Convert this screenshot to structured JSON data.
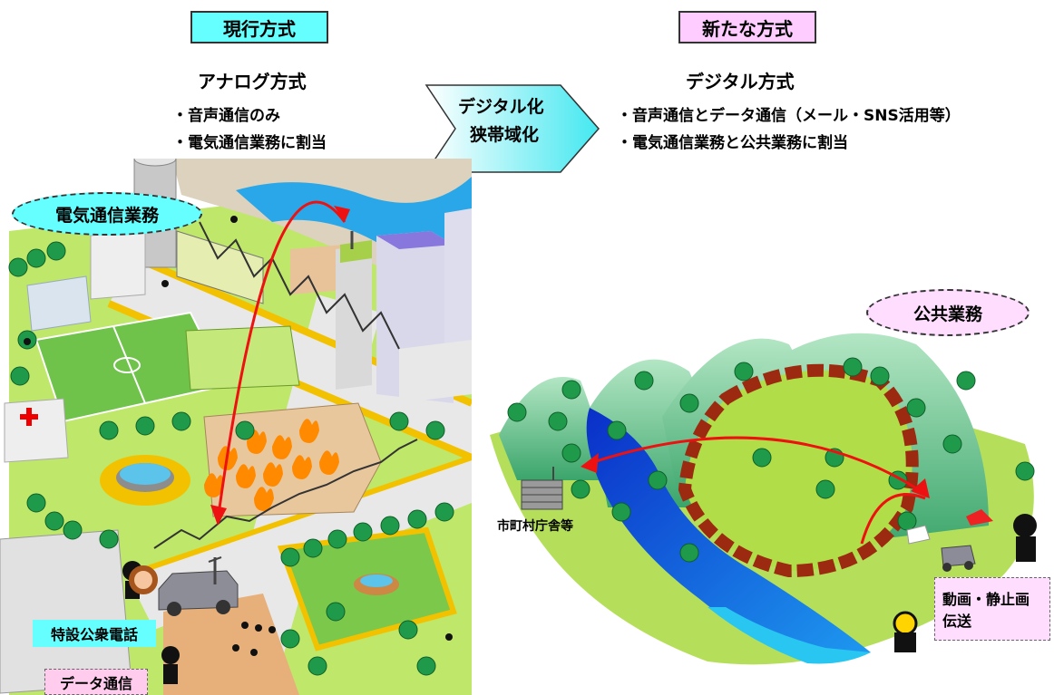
{
  "left": {
    "header": "現行方式",
    "method": "アナログ方式",
    "bullets": [
      "・音声通信のみ",
      "・電気通信業務に割当"
    ],
    "oval_label": "電気通信業務",
    "tag_phone": "特設公衆電話",
    "tag_data": "データ通信"
  },
  "arrow": {
    "line1": "デジタル化",
    "line2": "狭帯域化"
  },
  "right": {
    "header": "新たな方式",
    "method": "デジタル方式",
    "bullets": [
      "・音声通信とデータ通信（メール・SNS活用等）",
      "・電気通信業務と公共業務に割当"
    ],
    "oval_label": "公共業務",
    "building_label": "市町村庁舎等",
    "tag_video_line1": "動画・静止画",
    "tag_video_line2": "伝送"
  },
  "colors": {
    "header_left_bg": "#66ffff",
    "header_right_bg": "#ffccff",
    "oval_left_bg": "#66ffff",
    "oval_right_bg": "#ffddff",
    "signal_arrow": "#ee1111"
  }
}
